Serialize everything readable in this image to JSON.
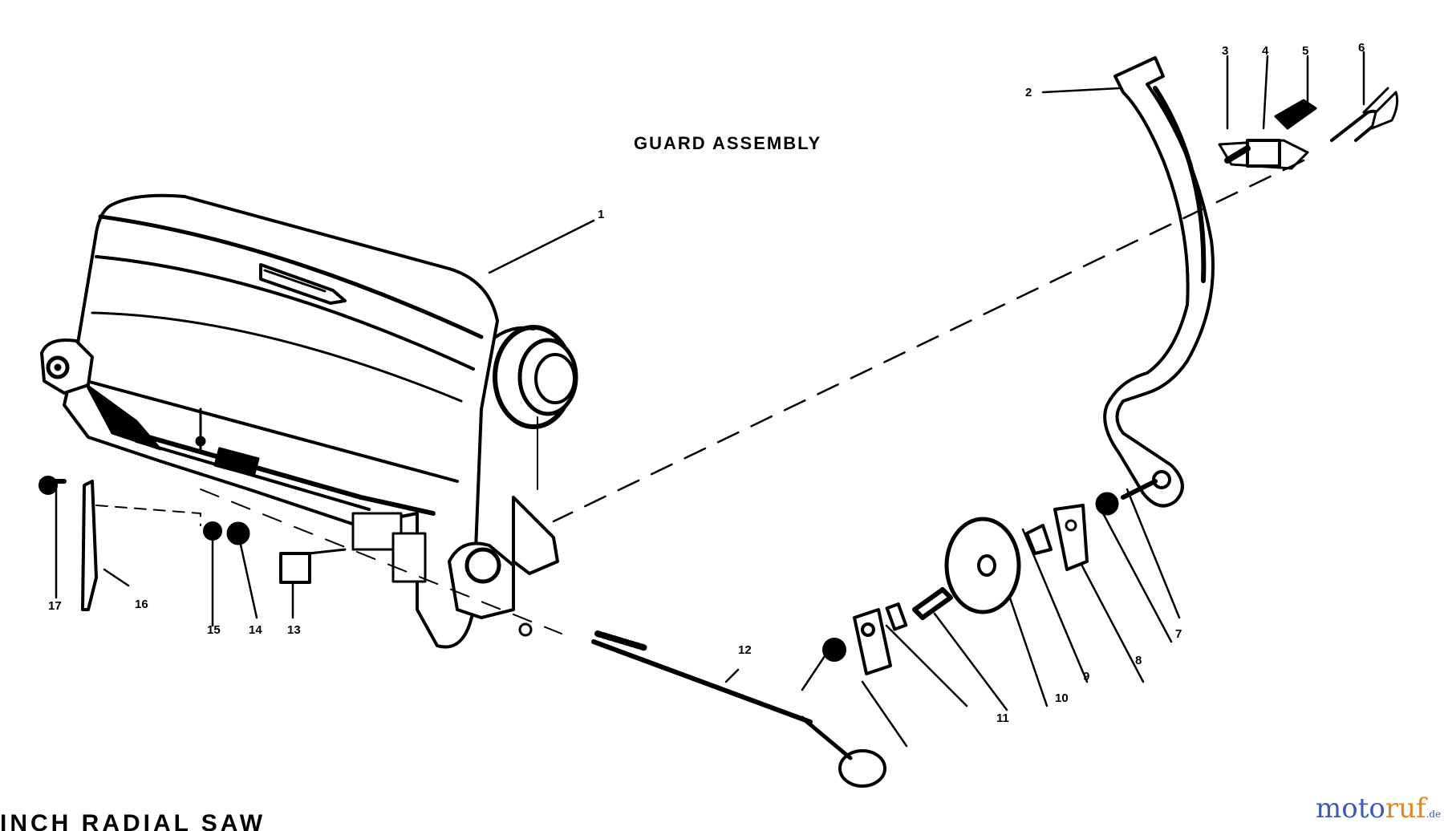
{
  "diagram": {
    "title": "GUARD ASSEMBLY",
    "footer_text": "INCH RADIAL SAW",
    "watermark": {
      "part1": "moto",
      "part2": "ruf",
      "part3": ".de"
    },
    "callouts": [
      "1",
      "2",
      "3",
      "4",
      "5",
      "6",
      "7",
      "8",
      "9",
      "10",
      "11",
      "12",
      "13",
      "14",
      "15",
      "16",
      "17"
    ]
  }
}
